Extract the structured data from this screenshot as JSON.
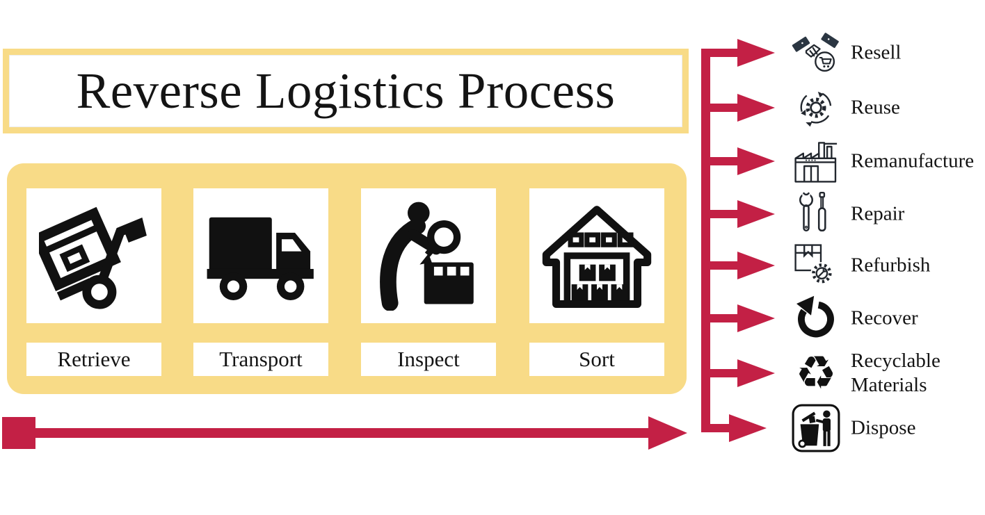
{
  "title": "Reverse Logistics Process",
  "process_steps": [
    {
      "label": "Retrieve",
      "icon": "hand-truck-icon"
    },
    {
      "label": "Transport",
      "icon": "delivery-truck-icon"
    },
    {
      "label": "Inspect",
      "icon": "person-magnifier-icon"
    },
    {
      "label": "Sort",
      "icon": "warehouse-icon"
    }
  ],
  "outcomes": [
    {
      "label": "Resell",
      "icon": "handshake-cart-icon"
    },
    {
      "label": "Reuse",
      "icon": "gear-cycle-icon"
    },
    {
      "label": "Remanufacture",
      "icon": "factory-icon"
    },
    {
      "label": "Repair",
      "icon": "wrench-screwdriver-icon"
    },
    {
      "label": "Refurbish",
      "icon": "box-gear-icon"
    },
    {
      "label": "Recover",
      "icon": "undo-arrow-icon"
    },
    {
      "label": "Recyclable Materials",
      "icon": "recycle-icon"
    },
    {
      "label": "Dispose",
      "icon": "trash-disposal-icon"
    }
  ],
  "icons": {
    "recycle_glyph": "♻"
  },
  "colors": {
    "accent_yellow": "#F8DB87",
    "accent_red": "#C32045",
    "icon_black": "#111111",
    "line_icon_ink": "#22272E",
    "background": "#FFFFFF"
  }
}
